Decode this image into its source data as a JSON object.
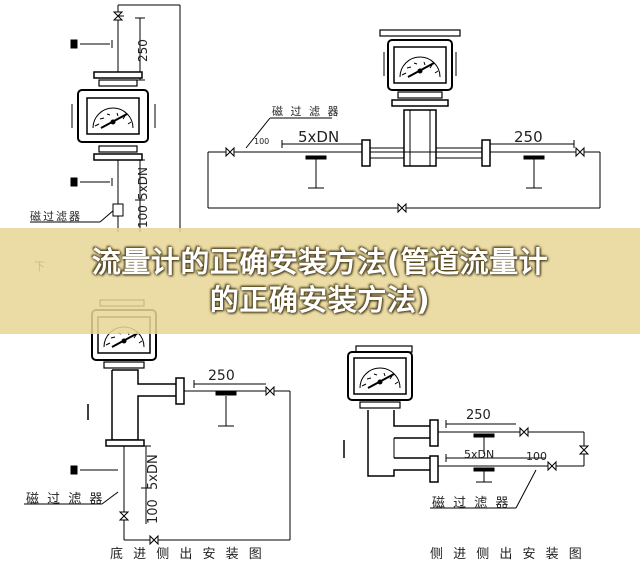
{
  "banner": {
    "line1": "流量计的正确安装方法(管道流量计",
    "line2": "的正确安装方法)"
  },
  "labels": {
    "filter": "磁过滤器",
    "filter_spaced": "磁 过 滤 器",
    "dim_250": "250",
    "dim_5xdn": "5xDN",
    "dim_100": "100",
    "partial_caption": "下"
  },
  "captions": {
    "bottom_in_side_out": "底 进 侧 出 安 装 图",
    "side_in_side_out": "侧 进 侧 出 安 装 图"
  },
  "icons": [
    "valve-icon",
    "gauge-icon",
    "flange-icon",
    "support-icon"
  ]
}
